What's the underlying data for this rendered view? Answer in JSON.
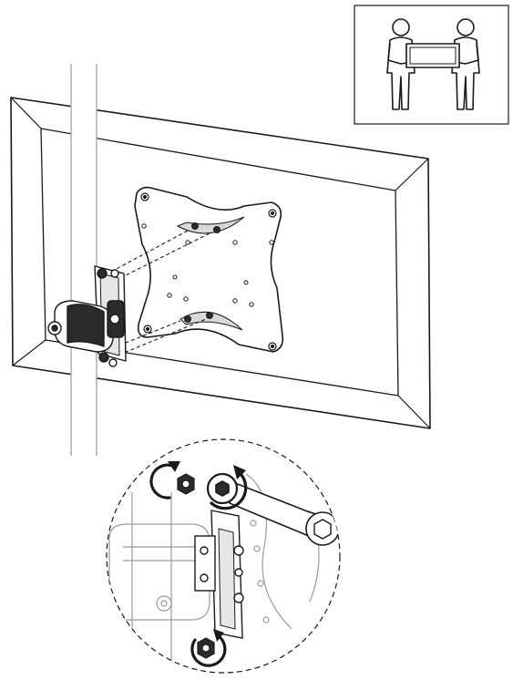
{
  "figure": {
    "palette": {
      "line": "#1a1a1a",
      "light_line": "#9a9a9a",
      "fill": "#ffffff",
      "shade": "#e6e6e6",
      "dark": "#2b2b2b"
    },
    "panels": [
      {
        "id": "two-person-lift",
        "icon": "two-person-lift-icon"
      },
      {
        "id": "mounting-assembly",
        "icon": "monitor-vesa-mount-icon"
      },
      {
        "id": "tightening-detail",
        "icon": "wrench-tighten-bolts-icon"
      }
    ],
    "rotation_arrows": 3
  }
}
